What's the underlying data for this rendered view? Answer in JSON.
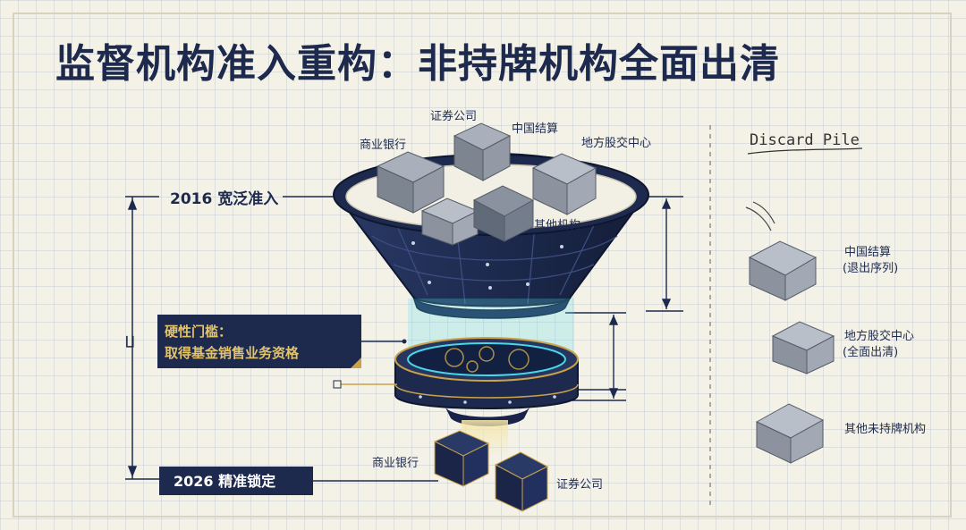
{
  "title": "监督机构准入重构：非持牌机构全面出清",
  "funnel": {
    "top_label": "2016 宽泛准入",
    "cubes_in_funnel": [
      "证券公司",
      "商业银行",
      "中国结算",
      "地方股交中心",
      "其他机构"
    ],
    "threshold_line1": "硬性门槛：",
    "threshold_line2": "取得基金销售业务资格",
    "bottom_label": "2026 精准锁定",
    "side_mark": "∐",
    "output_cubes": [
      "商业银行",
      "证券公司"
    ]
  },
  "discard": {
    "title": "Discard Pile",
    "items": [
      {
        "line1": "中国结算",
        "line2": "(退出序列)"
      },
      {
        "line1": "地方股交中心",
        "line2": "(全面出清)"
      },
      {
        "line1": "其他未持牌机构",
        "line2": ""
      }
    ]
  },
  "colors": {
    "navy": "#1d2a4e",
    "gold": "#c9a24a",
    "cyan": "#49d6e8",
    "cube_grey": "#8c939e"
  }
}
